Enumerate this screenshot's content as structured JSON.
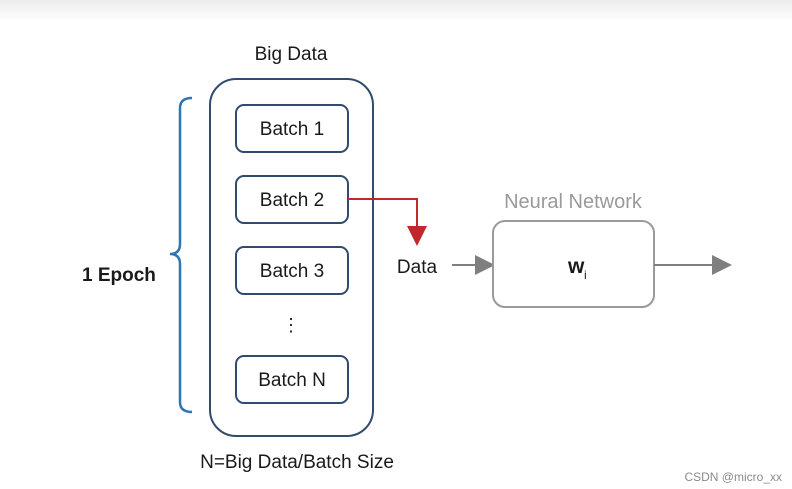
{
  "diagram": {
    "big_data_label": "Big Data",
    "batches": [
      "Batch 1",
      "Batch 2",
      "Batch 3",
      "Batch N"
    ],
    "ellipsis": "⋮",
    "epoch_label": "1 Epoch",
    "data_label": "Data",
    "network_label": "Neural Network",
    "weight_symbol": "w",
    "weight_subscript": "i",
    "formula": "N=Big Data/Batch Size",
    "colors": {
      "container_stroke": "#2f4b6e",
      "batch_stroke": "#2f4b6e",
      "brace": "#2e75b6",
      "flow_arrow": "#c0282c",
      "network_stroke": "#9a9a9a",
      "arrow_gray": "#7f7f7f"
    }
  },
  "watermark": "CSDN @micro_xx"
}
